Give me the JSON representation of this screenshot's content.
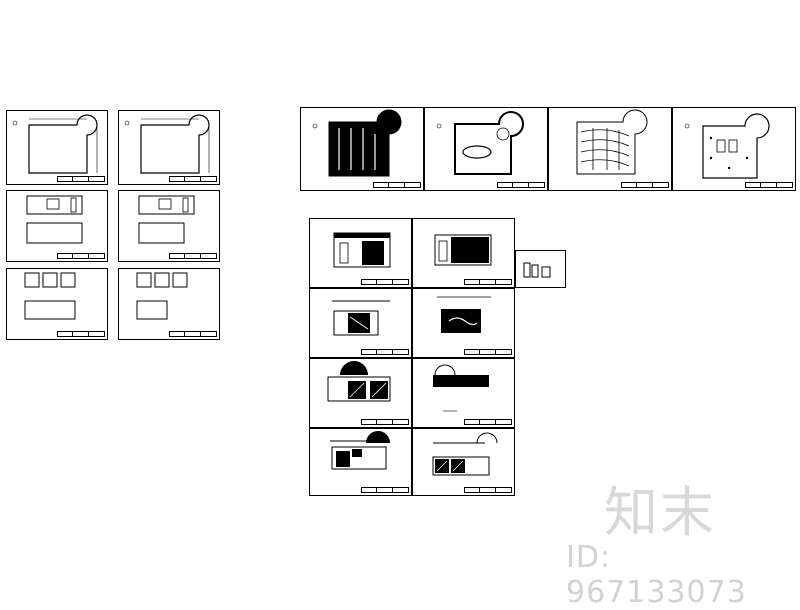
{
  "watermark": {
    "logo_text": "知末",
    "id_text": "ID: 967133073"
  },
  "colors": {
    "line": "#000000",
    "paper": "#ffffff",
    "watermark": "#d2d2d2"
  },
  "sheet_groups": [
    "left-plan-and-elevation-sheets",
    "top-row-ceiling-and-floor-plans",
    "center-elevation-sheets",
    "detail-sheet"
  ]
}
